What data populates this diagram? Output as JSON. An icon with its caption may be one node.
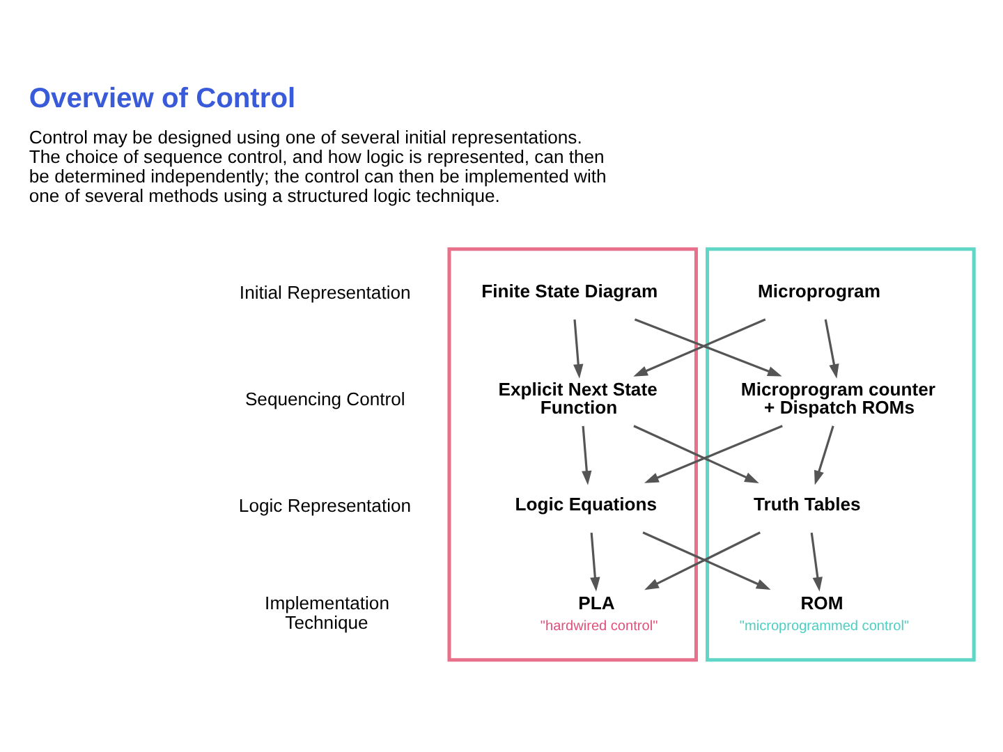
{
  "diagram": {
    "title": "Overview of Control",
    "nodes": [
      {
        "text": [],
        "shape": "box"
      },
      {
        "text": [
          "Finite State Diagram"
        ],
        "in": 0
      },
      {
        "text": [
          "Explicit Next State Function"
        ],
        "in": 0
      },
      {
        "text": [
          "Logic Equations"
        ],
        "in": 0
      },
      {
        "text": [
          "PLA"
        ],
        "in": 0,
        "beside": [
          "\"hardwired control\""
        ]
      },
      {
        "text": [],
        "shape": "box"
      },
      {
        "text": [
          "Microprogram"
        ],
        "in": 5
      },
      {
        "text": [
          "Microprogram counter + Dispatch ROMs"
        ],
        "in": 5
      },
      {
        "text": [
          "Truth Tables"
        ],
        "in": 5
      },
      {
        "text": [
          "ROM"
        ],
        "in": 5,
        "beside": [
          "\"microprogrammed control\""
        ]
      }
    ],
    "edges": [
      {
        "from": 1,
        "to": 2,
        "arrow": "to"
      },
      {
        "from": 1,
        "to": 7,
        "arrow": "to"
      },
      {
        "from": 6,
        "to": 2,
        "arrow": "to"
      },
      {
        "from": 6,
        "to": 7,
        "arrow": "to"
      },
      {
        "from": 2,
        "to": 3,
        "arrow": "to"
      },
      {
        "from": 2,
        "to": 8,
        "arrow": "to"
      },
      {
        "from": 7,
        "to": 3,
        "arrow": "to"
      },
      {
        "from": 7,
        "to": 8,
        "arrow": "to"
      },
      {
        "from": 3,
        "to": 4,
        "arrow": "to"
      },
      {
        "from": 3,
        "to": 9,
        "arrow": "to"
      },
      {
        "from": 8,
        "to": 4,
        "arrow": "to"
      },
      {
        "from": 8,
        "to": 9,
        "arrow": "to"
      }
    ],
    "labels": [
      "Control may be designed using one of several initial representations. The choice of sequence control, and how logic is represented, can then be determined independently; the control can then be implemented with one of several methods using a structured logic technique.",
      "Initial Representation",
      "Sequencing Control",
      "Logic Representation",
      "Implementation Technique"
    ]
  }
}
